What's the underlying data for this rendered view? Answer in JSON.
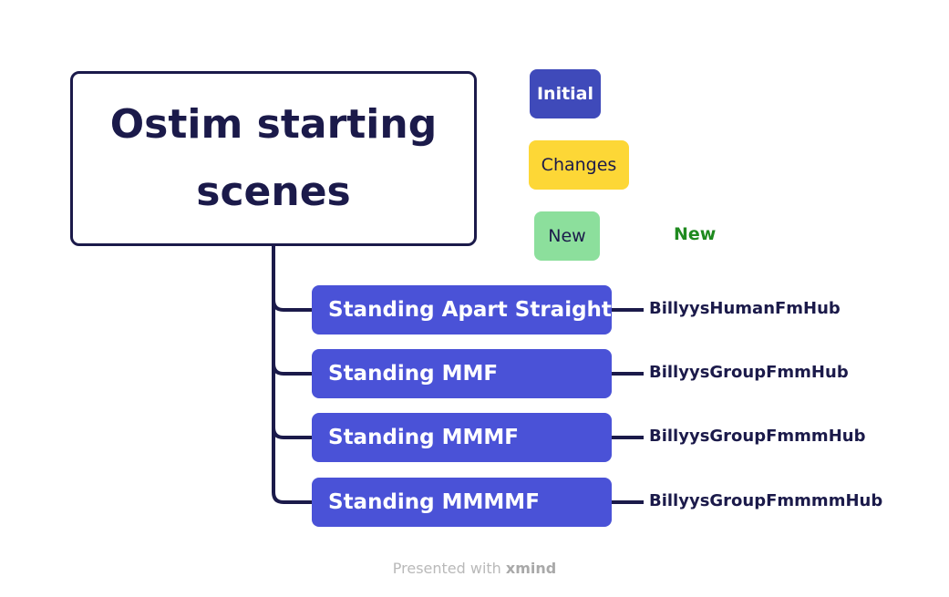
{
  "root": {
    "title_line1": "Ostim starting",
    "title_line2": "scenes"
  },
  "legend": {
    "initial": "Initial",
    "changes": "Changes",
    "new_box": "New",
    "new_text": "New"
  },
  "branches": [
    {
      "label": "Standing Apart Straight",
      "leaf": "BillyysHumanFmHub"
    },
    {
      "label": "Standing MMF",
      "leaf": "BillyysGroupFmmHub"
    },
    {
      "label": "Standing MMMF",
      "leaf": "BillyysGroupFmmmHub"
    },
    {
      "label": "Standing MMMMF",
      "leaf": "BillyysGroupFmmmmHub"
    }
  ],
  "footer": {
    "prefix": "Presented with",
    "brand": "xmind"
  },
  "colors": {
    "dark": "#1b1a4a",
    "initial": "#3f4aba",
    "changes": "#fdd736",
    "new": "#8cdf9c",
    "branch": "#4a52d7",
    "new_text": "#1f8a1f"
  }
}
